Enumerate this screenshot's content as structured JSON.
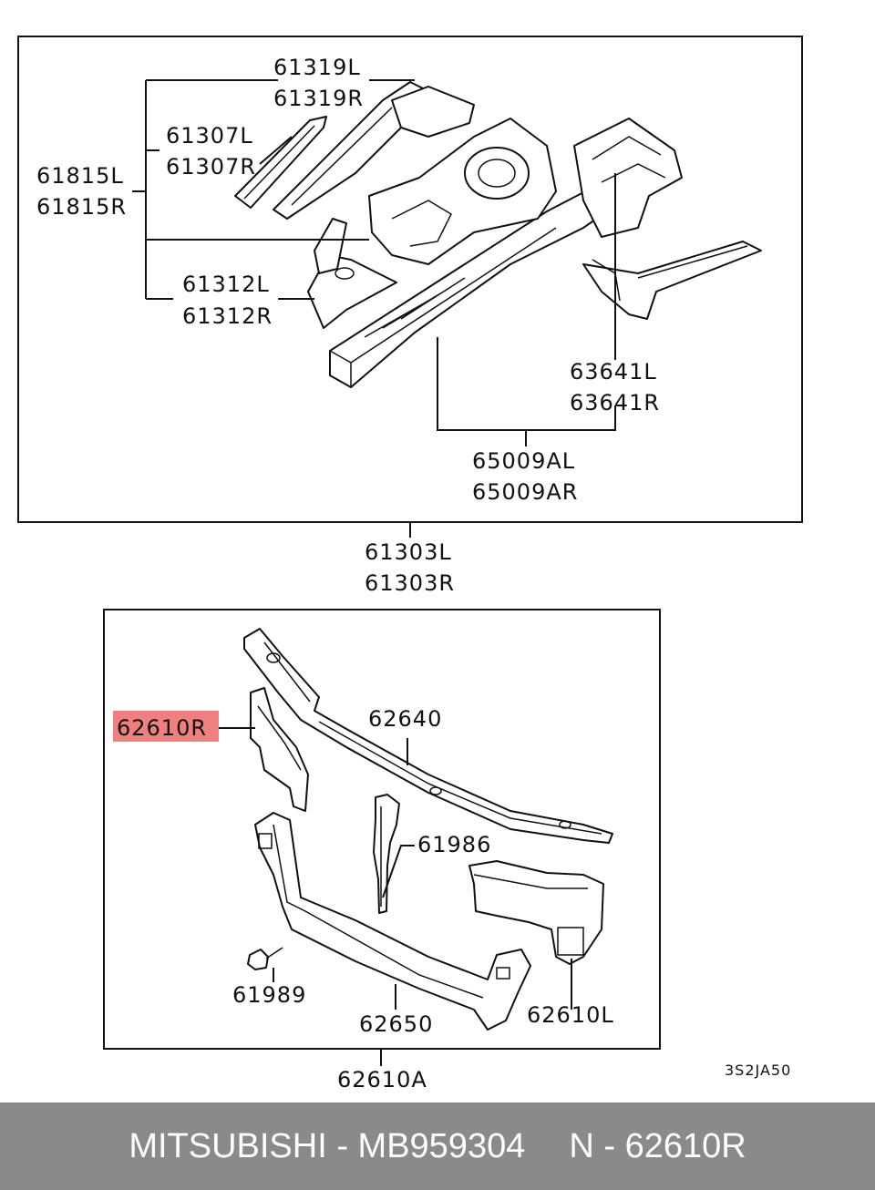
{
  "callouts": {
    "c61319": [
      "61319L",
      "61319R"
    ],
    "c61307": [
      "61307L",
      "61307R"
    ],
    "c61815": [
      "61815L",
      "61815R"
    ],
    "c61312": [
      "61312L",
      "61312R"
    ],
    "c63641": [
      "63641L",
      "63641R"
    ],
    "c65009": [
      "65009AL",
      "65009AR"
    ],
    "c61303": [
      "61303L",
      "61303R"
    ],
    "c62640": "62640",
    "c62610R": "62610R",
    "c61986": "61986",
    "c61989": "61989",
    "c62650": "62650",
    "c62610L": "62610L",
    "c62610A": "62610A"
  },
  "diagram_code": "3S2JA50",
  "highlight_color": "#f08080",
  "footer": {
    "brand_part": "MITSUBISHI - MB959304",
    "ref": "N - 62610R"
  }
}
